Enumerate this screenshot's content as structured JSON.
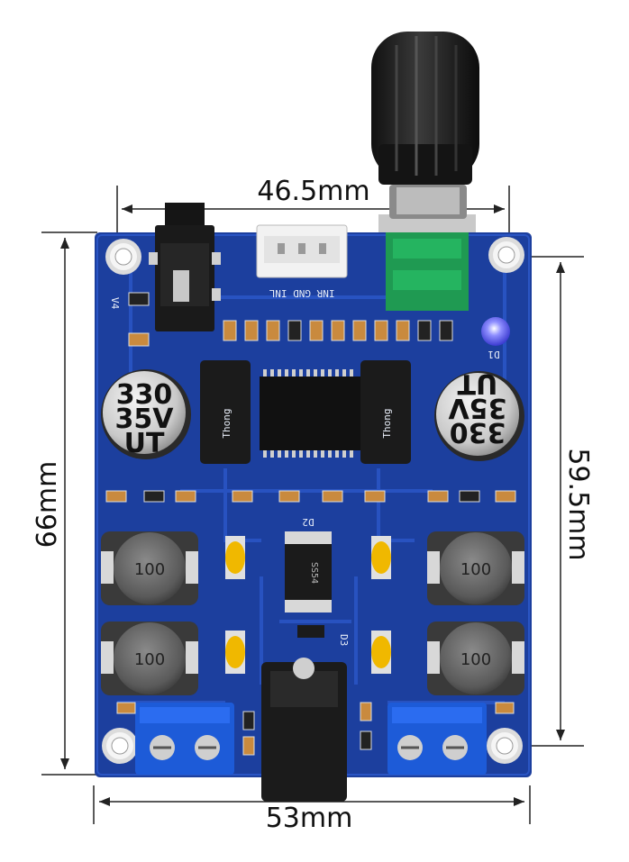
{
  "dimensions": {
    "top_width": "46.5mm",
    "bottom_width": "53mm",
    "left_height": "66mm",
    "right_height": "59.5mm"
  },
  "silkscreen": {
    "connector_label": "INR GND INL",
    "board_version": "V4",
    "diode_label": "D1",
    "schottky_label": "D2",
    "schottky_part": "SS54",
    "d3_label": "D3"
  },
  "components": {
    "cap_value": "330",
    "cap_voltage": "35V",
    "cap_brand": "UT",
    "inductor_value": "100",
    "film_cap_brand": "Thong"
  },
  "colors": {
    "pcb": "#1c3f9e",
    "pcb_dark": "#15317d",
    "trace": "#2a55c4",
    "terminal": "#1d5bd8",
    "pot_body": "#1f9a52",
    "knob": "#1a1a1a",
    "cap_sleeve": "#d9d9d9",
    "film_cap": "#1b1b1b",
    "smd_cap": "#c98a3e",
    "tantalum": "#f0b800",
    "led": "#5b5bff"
  }
}
